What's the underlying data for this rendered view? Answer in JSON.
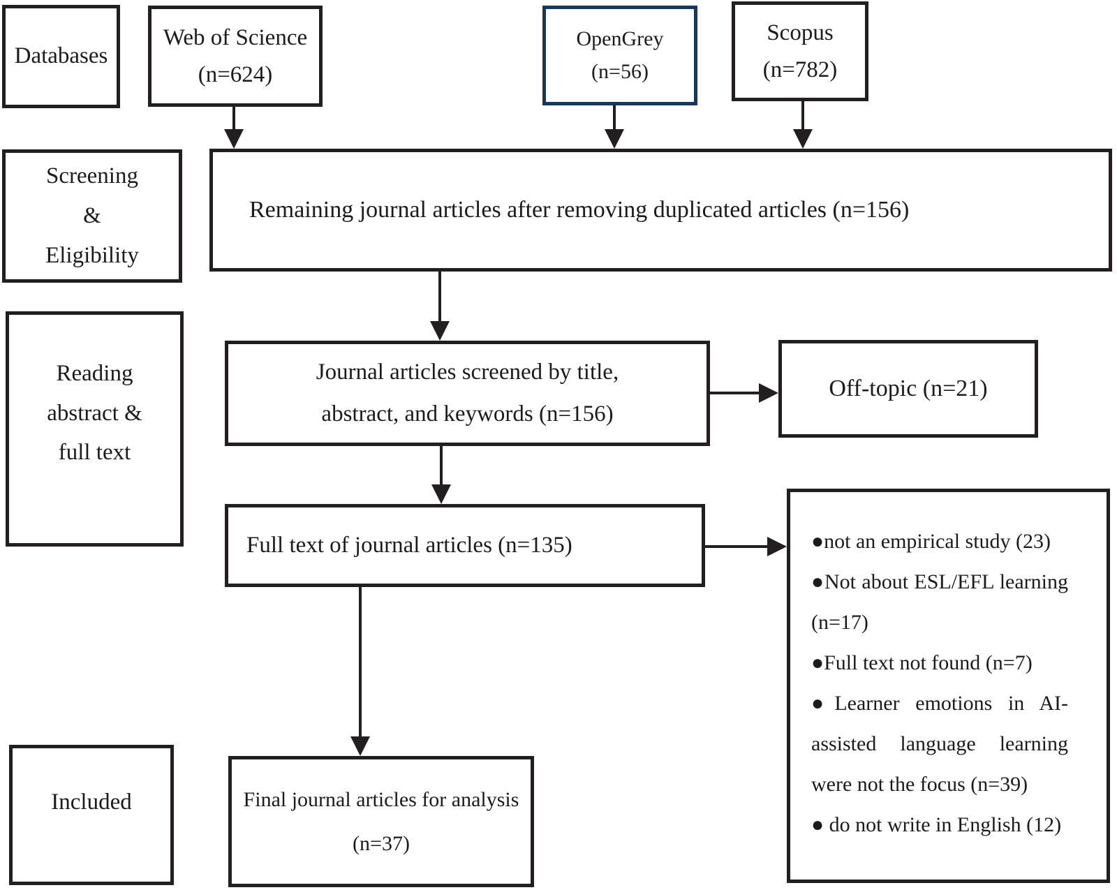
{
  "colors": {
    "line": "#231f20",
    "accent_border": "#17375d"
  },
  "left_column": {
    "databases_label": "Databases",
    "screening_lines": [
      "Screening",
      "&",
      "Eligibility"
    ],
    "reading_lines": [
      "Reading",
      "abstract &",
      "full text"
    ],
    "included_label": "Included"
  },
  "sources": {
    "web_of_science": {
      "line1": "Web of Science",
      "line2": "(n=624)"
    },
    "opengrey": {
      "label": "OpenGrey (n=56)"
    },
    "scopus": {
      "line1": "Scopus",
      "line2": "(n=782)"
    }
  },
  "flow": {
    "remaining": "Remaining journal articles after removing duplicated articles (n=156)",
    "screened_line1": "Journal articles screened by title,",
    "screened_line2": "abstract, and keywords (n=156)",
    "off_topic": "Off-topic (n=21)",
    "full_text": "Full text of journal articles (n=135)",
    "final_line1": "Final journal articles for analysis",
    "final_line2": "(n=37)"
  },
  "exclusion": {
    "items": [
      "●not an empirical study (23)",
      "●Not about ESL/EFL learning (n=17)",
      "●Full text not found (n=7)",
      "●Learner emotions in AI-assisted language learning were not the focus (n=39)",
      "● do not write in English (12)"
    ]
  }
}
